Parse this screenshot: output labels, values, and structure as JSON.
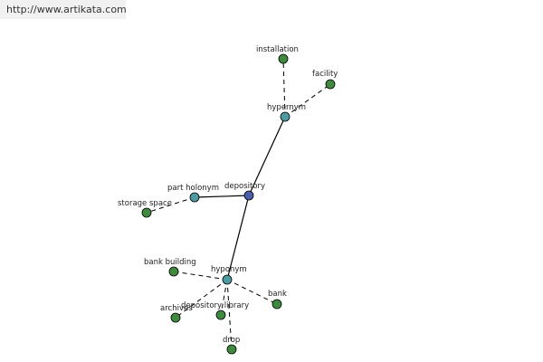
{
  "watermark": {
    "url": "http://www.artikata.com"
  },
  "colors": {
    "center_node": "#4a5fa8",
    "relation_node": "#4e9aa0",
    "leaf_node": "#3f8a3f"
  },
  "graph": {
    "center": "depository",
    "relations": [
      {
        "label": "hypernym",
        "children": [
          "installation",
          "facility"
        ]
      },
      {
        "label": "part holonym",
        "children": [
          "storage space"
        ]
      },
      {
        "label": "hyponym",
        "children": [
          "bank building",
          "bank",
          "archives",
          "depository library",
          "drop"
        ]
      }
    ]
  }
}
